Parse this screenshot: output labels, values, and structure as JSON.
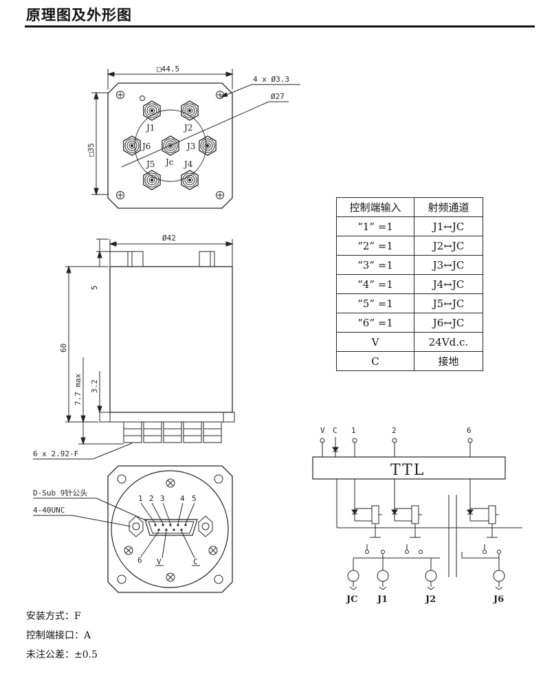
{
  "title": "原理图及外形图",
  "top_view": {
    "width_dim": "□44.5",
    "height_dim": "□35",
    "holes_dim": "4 x Ø3.3",
    "circle_dim": "Ø27",
    "ports": [
      "J1",
      "J2",
      "J3",
      "J4",
      "J5",
      "J6",
      "Jc"
    ]
  },
  "side_view": {
    "diameter_dim": "Ø42",
    "height_dim": "60",
    "top_dim": "5",
    "bottom_dim": "3.2",
    "max_dim": "7.7 max",
    "connector_dim": "6 x 2.92-F"
  },
  "bottom_view": {
    "dsub_label": "D-Sub 9针公头",
    "thread_label": "4-40UNC",
    "pins_top": [
      "1",
      "2",
      "3",
      "4",
      "5"
    ],
    "pin_6": "6",
    "pin_v": "V",
    "pin_c": "C"
  },
  "truth_table": {
    "headers": [
      "控制端输入",
      "射频通道"
    ],
    "rows": [
      [
        "“1” =1",
        "J1↔JC"
      ],
      [
        "“2” =1",
        "J2↔JC"
      ],
      [
        "“3” =1",
        "J3↔JC"
      ],
      [
        "“4” =1",
        "J4↔JC"
      ],
      [
        "“5” =1",
        "J5↔JC"
      ],
      [
        "“6” =1",
        "J6↔JC"
      ],
      [
        "V",
        "24Vd.c."
      ],
      [
        "C",
        "接地"
      ]
    ]
  },
  "schematic": {
    "inputs": [
      "V",
      "C",
      "1",
      "2",
      "6"
    ],
    "block_label": "TTL",
    "rf_ports": [
      "JC",
      "J1",
      "J2",
      "J6"
    ]
  },
  "notes": [
    {
      "label": "安装方式：",
      "value": "F"
    },
    {
      "label": "控制端接口：",
      "value": "A"
    },
    {
      "label": "未注公差：",
      "value": "±0.5"
    }
  ]
}
